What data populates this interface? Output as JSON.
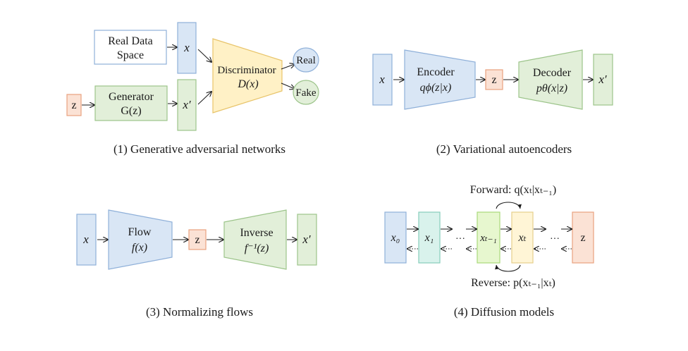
{
  "colors": {
    "blue_fill": "#d9e6f5",
    "blue_stroke": "#8fb0d9",
    "green_fill": "#e2efd9",
    "green_stroke": "#9cc48a",
    "orange_fill": "#fbe2d5",
    "orange_stroke": "#e8a27f",
    "yellow_fill": "#fff1c6",
    "yellow_stroke": "#e8c46a",
    "teal_fill": "#d9f2ec",
    "teal_stroke": "#86cdbb",
    "lime_fill": "#e7f7cf",
    "lime_stroke": "#a9d97a",
    "cream_fill": "#fff5d6",
    "cream_stroke": "#e6cf8b",
    "line": "#1a1a1a"
  },
  "gan": {
    "real_data_line1": "Real Data",
    "real_data_line2": "Space",
    "x_label": "x",
    "z_label": "z",
    "generator_line1": "Generator",
    "generator_line2": "G(z)",
    "x_prime_label": "x′",
    "discriminator_line1": "Discriminator",
    "discriminator_line2": "D(x)",
    "real_label": "Real",
    "fake_label": "Fake",
    "caption": "(1) Generative adversarial networks"
  },
  "vae": {
    "x_label": "x",
    "encoder_line1": "Encoder",
    "encoder_line2": "qϕ(z|x)",
    "z_label": "z",
    "decoder_line1": "Decoder",
    "decoder_line2": "pθ(x|z)",
    "x_prime_label": "x′",
    "caption": "(2) Variational autoencoders"
  },
  "flow": {
    "x_label": "x",
    "flow_line1": "Flow",
    "flow_line2": "f(x)",
    "z_label": "z",
    "inverse_line1": "Inverse",
    "inverse_line2": "f⁻¹(z)",
    "x_prime_label": "x′",
    "caption": "(3) Normalizing flows"
  },
  "diffusion": {
    "forward_label": "Forward: q(xₜ|xₜ₋₁)",
    "reverse_label": "Reverse: p(xₜ₋₁|xₜ)",
    "x0_label": "x₀",
    "x1_label": "x₁",
    "xt1_label": "xₜ₋₁",
    "xt_label": "xₜ",
    "z_label": "z",
    "ellipsis": "···",
    "caption": "(4) Diffusion models"
  }
}
